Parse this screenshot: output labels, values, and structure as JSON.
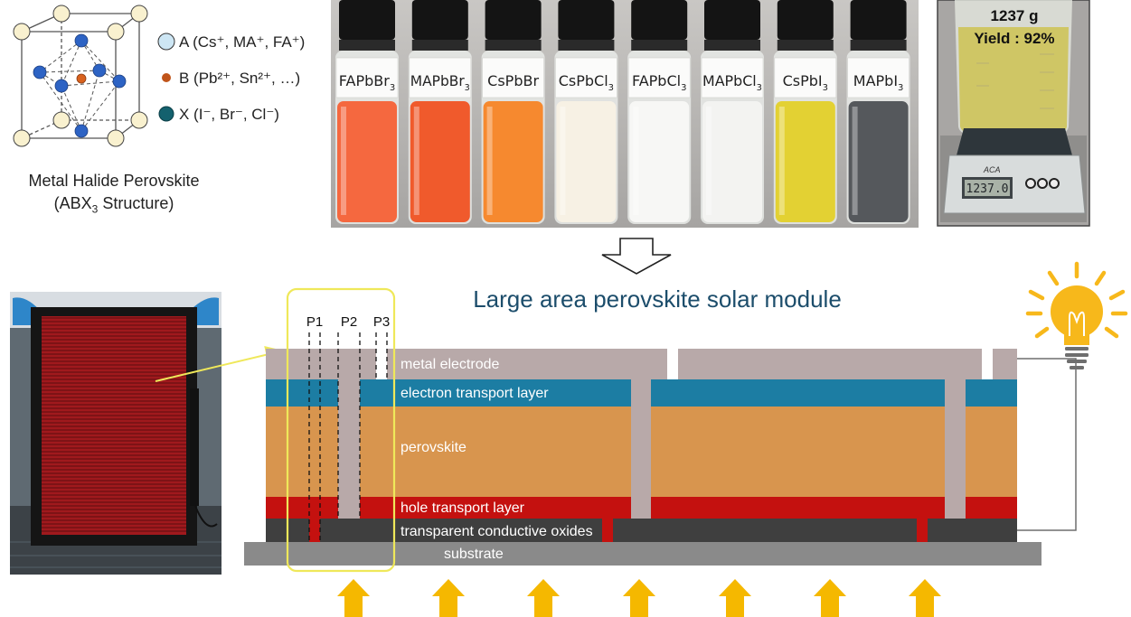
{
  "crystal": {
    "legend": [
      {
        "text": "A (Cs⁺, MA⁺, FA⁺)",
        "color": "#cde6f4"
      },
      {
        "text": "B (Pb²⁺, Sn²⁺, …)",
        "color": "#c0541a"
      },
      {
        "text": "X (I⁻, Br⁻, Cl⁻)",
        "color": "#14616e"
      }
    ],
    "caption_line1": "Metal Halide Perovskite",
    "caption_line2_pre": "(ABX",
    "caption_line2_sub": "3",
    "caption_line2_post": " Structure)"
  },
  "vials": [
    {
      "base": "FAPbBr",
      "sub": "3",
      "color": "#f5683f"
    },
    {
      "base": "MAPbBr",
      "sub": "3",
      "color": "#f05a2c"
    },
    {
      "base": "CsPbBr",
      "sub": "",
      "color": "#f6892f"
    },
    {
      "base": "CsPbCl",
      "sub": "3",
      "color": "#f7f1e4"
    },
    {
      "base": "FAPbCl",
      "sub": "3",
      "color": "#f7f7f5"
    },
    {
      "base": "MAPbCl",
      "sub": "3",
      "color": "#f3f3f1"
    },
    {
      "base": "CsPbI",
      "sub": "3",
      "color": "#e3d133"
    },
    {
      "base": "MAPbI",
      "sub": "3",
      "color": "#55585c"
    }
  ],
  "scale": {
    "mass": "1237 g",
    "yield": "Yield : 92%",
    "brand": "ACA",
    "display": "1237.0"
  },
  "module": {
    "title": "Large area perovskite solar module",
    "scribe_labels": [
      "P1",
      "P2",
      "P3"
    ],
    "layers": [
      {
        "name": "metal electrode",
        "color": "#b8a9a9"
      },
      {
        "name": "electron transport layer",
        "color": "#1c7da3"
      },
      {
        "name": "perovskite",
        "color": "#d8954e"
      },
      {
        "name": "hole transport layer",
        "color": "#c4110f"
      },
      {
        "name": "transparent conductive oxides",
        "color": "#3f3f3f"
      },
      {
        "name": "substrate",
        "color": "#8a8a8a"
      }
    ],
    "highlight_color": "#efe85a",
    "arrow_color": "#f5b800",
    "bulb_color": "#f7b81b"
  }
}
